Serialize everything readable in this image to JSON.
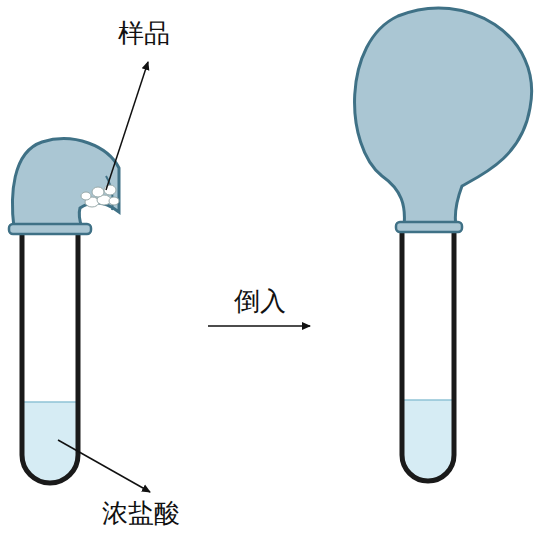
{
  "diagram": {
    "labels": [
      "样品",
      "倒入",
      "浓盐酸"
    ]
  }
}
